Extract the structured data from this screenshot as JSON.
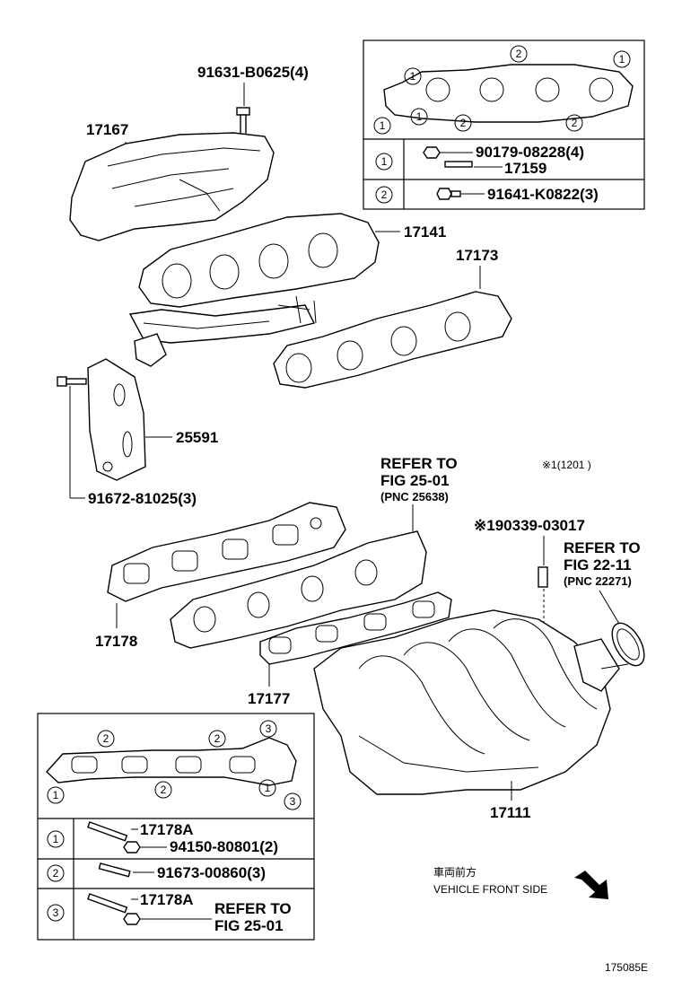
{
  "labels": {
    "p91631": "91631-B0625(4)",
    "p17167": "17167",
    "p17141": "17141",
    "p17173": "17173",
    "p25591": "25591",
    "p91672": "91672-81025(3)",
    "refer1_a": "REFER TO",
    "refer1_b": "FIG 25-01",
    "refer1_c": "(PNC 25638)",
    "note1": "※1(1201      )",
    "p90339": "※190339-03017",
    "refer2_a": "REFER TO",
    "refer2_b": "FIG 22-11",
    "refer2_c": "(PNC 22271)",
    "p17178": "17178",
    "p17177": "17177",
    "p17111": "17111",
    "front_jp": "車両前方",
    "front_en": "VEHICLE FRONT SIDE",
    "fig_code": "175085E"
  },
  "box_top": {
    "marks": [
      "1",
      "2",
      "1",
      "1",
      "1",
      "2",
      "2"
    ],
    "row1_key": "1",
    "row1_part_a": "90179-08228(4)",
    "row1_part_b": "17159",
    "row2_key": "2",
    "row2_part": "91641-K0822(3)"
  },
  "box_bottom": {
    "marks": [
      "2",
      "2",
      "3",
      "1",
      "2",
      "1",
      "3"
    ],
    "row1_key": "1",
    "row1_part_a": "17178A",
    "row1_part_b": "94150-80801(2)",
    "row2_key": "2",
    "row2_part": "91673-00860(3)",
    "row3_key": "3",
    "row3_part_a": "17178A",
    "row3_refer_a": "REFER TO",
    "row3_refer_b": "FIG 25-01"
  }
}
